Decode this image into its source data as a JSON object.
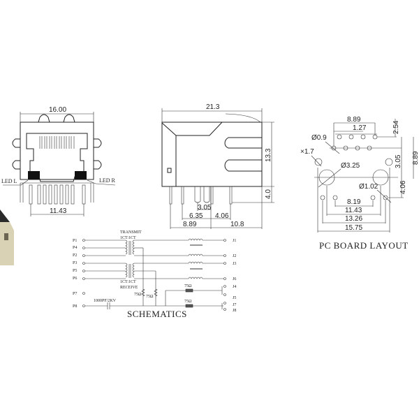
{
  "front_view": {
    "width_dim": "16.00",
    "pin_span_dim": "11.43",
    "led_left_label": "LED L",
    "led_right_label": "LED R"
  },
  "side_view": {
    "length_dim": "21.3",
    "height_dim": "13.3",
    "pin_length_dim": "4.0",
    "dims": [
      "3.05",
      "6.35",
      "4.06",
      "8.89",
      "10.8"
    ]
  },
  "pcb_layout": {
    "title": "PC BOARD LAYOUT",
    "dims": {
      "top_span": "8.89",
      "pitch": "1.27",
      "row_offset": "2.54",
      "hole_small": "Ø0.9",
      "hole_mount": "×1.7",
      "hole_big": "Ø3.25",
      "hole_led": "Ø1.02",
      "v1": "3.05",
      "v2": "8.89",
      "v3": "4.06",
      "h1": "8.19",
      "h2": "11.43",
      "h3": "13.26",
      "h4": "15.75"
    }
  },
  "schematic": {
    "title": "SCHEMATICS",
    "transmit_label": "TRANSMIT",
    "transmit_ratio": "1CT:1CT",
    "receive_ratio": "1CT:1CT",
    "receive_label": "RECEIVE",
    "capacitor_label": "1000PF/2KV",
    "resistor_label": "75Ω",
    "left_pins": [
      "P1",
      "P4",
      "P2",
      "P3",
      "P5",
      "P6",
      "P7",
      "P8"
    ],
    "right_pins": [
      "J1",
      "J2",
      "J3",
      "J6",
      "J4",
      "J5",
      "J7",
      "J8"
    ]
  }
}
